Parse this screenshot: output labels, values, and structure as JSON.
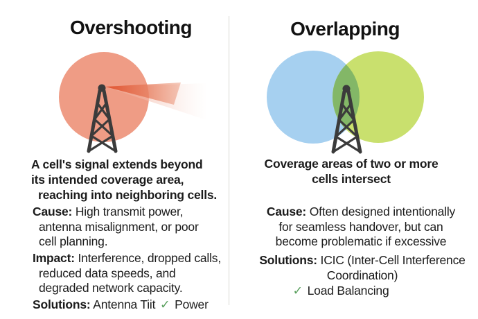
{
  "left": {
    "title": "Overshooting",
    "desc": [
      "A cell's signal extends beyond",
      "its intended coverage area,",
      "reaching into neighboring cells."
    ],
    "cause_label": "Cause:",
    "cause_lines": [
      "High transmit power,",
      "antenna misalignment, or poor",
      "cell planning."
    ],
    "impact_label": "Impact:",
    "impact_lines": [
      "Interference, dropped calls,",
      "reduced data speeds, and",
      "degraded network capacity."
    ],
    "solutions_label": "Solutions:",
    "solution_1": "Antenna Tiit",
    "solution_2": "Power",
    "check_glyph": "✓"
  },
  "right": {
    "title": "Overlapping",
    "desc": [
      "Coverage areas of two or more",
      "cells intersect"
    ],
    "cause_label": "Cause:",
    "cause_lines": [
      "Often designed intentionally",
      "for seamless handover, but can",
      "become problematic if excessive"
    ],
    "solutions_label": "Solutions:",
    "solutions_lines": [
      "ICIC (Inter-Cell Interference",
      "Coordination)"
    ],
    "solution_2": "Load Balancing",
    "check_glyph": "✓"
  },
  "colors": {
    "left_circle": "#EF9C85",
    "beam_dark": "#DF4E2A",
    "tower": "#3B3B3B",
    "blue_circle": "#A6D0F0",
    "green_circle": "#C9E06E",
    "overlap": "#83B767",
    "check": "#5AA05E",
    "divider": "#E8E8E4"
  }
}
